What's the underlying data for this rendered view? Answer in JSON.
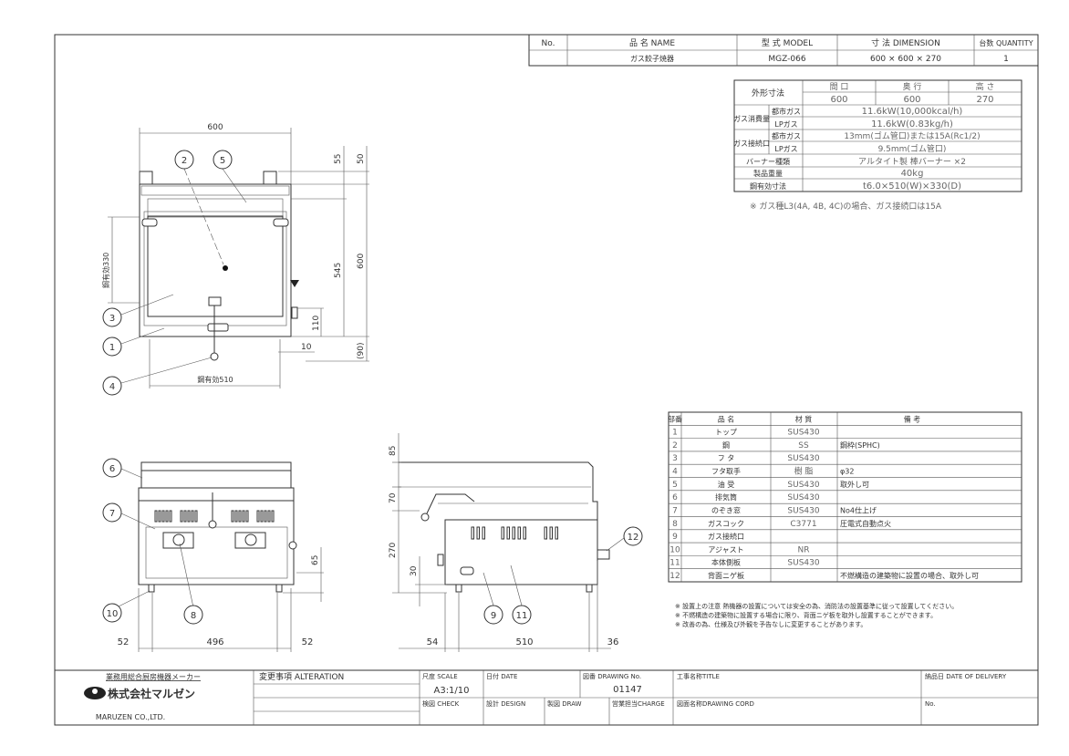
{
  "header": {
    "no_label": "No.",
    "name_label": "品 名 NAME",
    "model_label": "型 式 MODEL",
    "dimension_label": "寸 法 DIMENSION",
    "quantity_label": "台数 QUANTITY",
    "name": "ガス餃子焼器",
    "model": "MGZ-066",
    "dimension": "600 × 600 × 270",
    "quantity": "1"
  },
  "spec": {
    "outer_dim_label": "外形寸法",
    "width_label": "間 口",
    "depth_label": "奥 行",
    "height_label": "高 さ",
    "width": "600",
    "depth": "600",
    "height": "270",
    "gas_consumption_label": "ガス消費量",
    "gas_connection_label": "ガス接続口",
    "city_gas": "都市ガス",
    "lp_gas": "LPガス",
    "consumption_city": "11.6kW(10,000kcal/h)",
    "consumption_lp": "11.6kW(0.83kg/h)",
    "connection_city": "13mm(ゴム管口)または15A(Rc1/2)",
    "connection_lp": "9.5mm(ゴム管口)",
    "burner_label": "バーナー種類",
    "burner": "アルタイト製 棒バーナー ×2",
    "weight_label": "製品重量",
    "weight": "40kg",
    "plate_label": "鋼有効寸法",
    "plate": "t6.0×510(W)×330(D)",
    "note": "※ ガス種L3(4A, 4B, 4C)の場合、ガス接続口は15A"
  },
  "parts": {
    "headers": [
      "部番",
      "品 名",
      "材 質",
      "備 考"
    ],
    "rows": [
      [
        "1",
        "トップ",
        "SUS430",
        ""
      ],
      [
        "2",
        "鋼",
        "SS",
        "鋼枠(SPHC)"
      ],
      [
        "3",
        "フ タ",
        "SUS430",
        ""
      ],
      [
        "4",
        "フタ取手",
        "樹 脂",
        "φ32"
      ],
      [
        "5",
        "油 受",
        "SUS430",
        "取外し可"
      ],
      [
        "6",
        "排気筒",
        "SUS430",
        ""
      ],
      [
        "7",
        "のぞき窓",
        "SUS430",
        "No4仕上げ"
      ],
      [
        "8",
        "ガスコック",
        "C3771",
        "圧電式自動点火"
      ],
      [
        "9",
        "ガス接続口",
        "",
        ""
      ],
      [
        "10",
        "アジャスト",
        "NR",
        ""
      ],
      [
        "11",
        "本体側板",
        "SUS430",
        ""
      ],
      [
        "12",
        "背面ニゲ板",
        "",
        "不燃構造の建築物に設置の場合、取外し可"
      ]
    ]
  },
  "notes": [
    "※ 設置上の注意 熱機器の設置については安全の為、消防法の設置基準に従って設置してください。",
    "※ 不燃構造の建築物に設置する場合に限り、背面ニゲ板を取外し設置することができます。",
    "※ 改善の為、仕様及び外観を予告なしに変更することがあります。"
  ],
  "drawing": {
    "top_view": {
      "w600": "600",
      "d55": "55",
      "d50": "50",
      "d545": "545",
      "d600": "600",
      "d110": "110",
      "d10": "10",
      "d90": "(90)",
      "plate_d": "鋼有効330",
      "plate_w": "鋼有効510"
    },
    "front_view": {
      "l52": "52",
      "m496": "496",
      "r52": "52",
      "h65": "65"
    },
    "side_view": {
      "h85": "85",
      "h70": "70",
      "h270": "270",
      "h30": "30",
      "l54": "54",
      "m510": "510",
      "r36": "36"
    },
    "balloons": [
      "1",
      "2",
      "3",
      "4",
      "5",
      "6",
      "7",
      "8",
      "9",
      "10",
      "11",
      "12"
    ]
  },
  "footer": {
    "maker_tagline": "業務用総合厨房機器メーカー",
    "company": "株式会社マルゼン",
    "company_en": "MARUZEN CO.,LTD.",
    "alteration_label": "変更事項 ALTERATION",
    "scale_label": "尺度 SCALE",
    "scale": "A3:1/10",
    "date_label": "日付 DATE",
    "drawing_no_label": "図番 DRAWING No.",
    "drawing_no": "01147",
    "title_label": "工事名称TITLE",
    "delivery_label": "納品日 DATE OF DELIVERY",
    "check_label": "検図 CHECK",
    "design_label": "設計 DESIGN",
    "draw_label": "製図 DRAW",
    "charge_label": "営業担当CHARGE",
    "drawing_cord_label": "図面名称DRAWING CORD",
    "no_label": "No."
  }
}
